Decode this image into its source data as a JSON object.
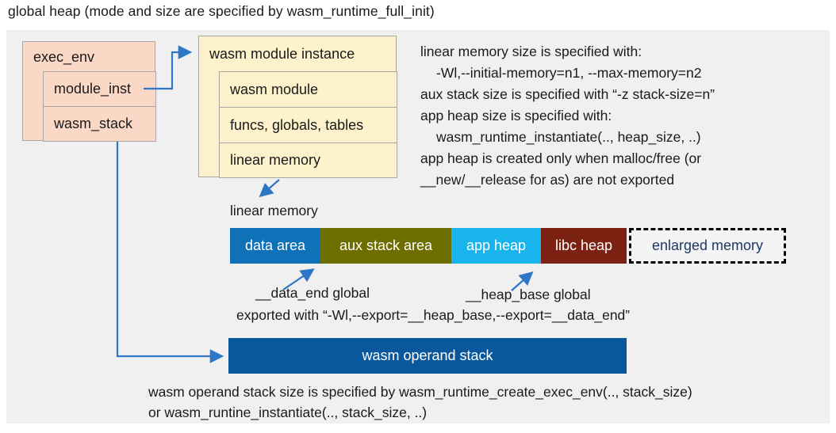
{
  "title": "global heap (mode and size are specified by wasm_runtime_full_init)",
  "colors": {
    "panel_bg": "#f0f0f0",
    "exec_env_fill": "#fbd7c5",
    "module_instance_fill": "#fdf2cc",
    "data_area": "#0f71b8",
    "aux_stack_area": "#6e6e00",
    "app_heap": "#1ab4ec",
    "libc_heap": "#7c2212",
    "operand_stack": "#09589d",
    "enlarged_memory_text": "#1f3864",
    "arrow": "#2e77c6"
  },
  "exec_env": {
    "title": "exec_env",
    "fields": [
      {
        "label": "module_inst"
      },
      {
        "label": "wasm_stack"
      }
    ]
  },
  "module_instance": {
    "title": "wasm module instance",
    "fields": [
      {
        "label": "wasm module"
      },
      {
        "label": "funcs, globals, tables"
      },
      {
        "label": "linear memory"
      }
    ]
  },
  "notes": {
    "lines": [
      "linear memory size is specified with:",
      "-Wl,--initial-memory=n1, --max-memory=n2",
      "aux stack size is specified with “-z stack-size=n”",
      "app heap size is specified with:",
      "wasm_runtime_instantiate(.., heap_size, ..)",
      "app heap is created only when malloc/free (or",
      "__new/__release for as) are not exported"
    ]
  },
  "linear_memory": {
    "label": "linear memory",
    "segments": [
      {
        "label": "data area"
      },
      {
        "label": "aux stack area"
      },
      {
        "label": "app heap"
      },
      {
        "label": "libc heap"
      },
      {
        "label": "enlarged memory"
      }
    ],
    "data_end_label": "__data_end global",
    "heap_base_label": "__heap_base global",
    "export_note": "exported with “-Wl,--export=__heap_base,--export=__data_end”"
  },
  "operand_stack": {
    "label": "wasm operand stack",
    "notes": [
      "wasm operand stack size is specified by wasm_runtime_create_exec_env(.., stack_size)",
      "or wasm_runtine_instantiate(.., stack_size, ..)"
    ]
  }
}
